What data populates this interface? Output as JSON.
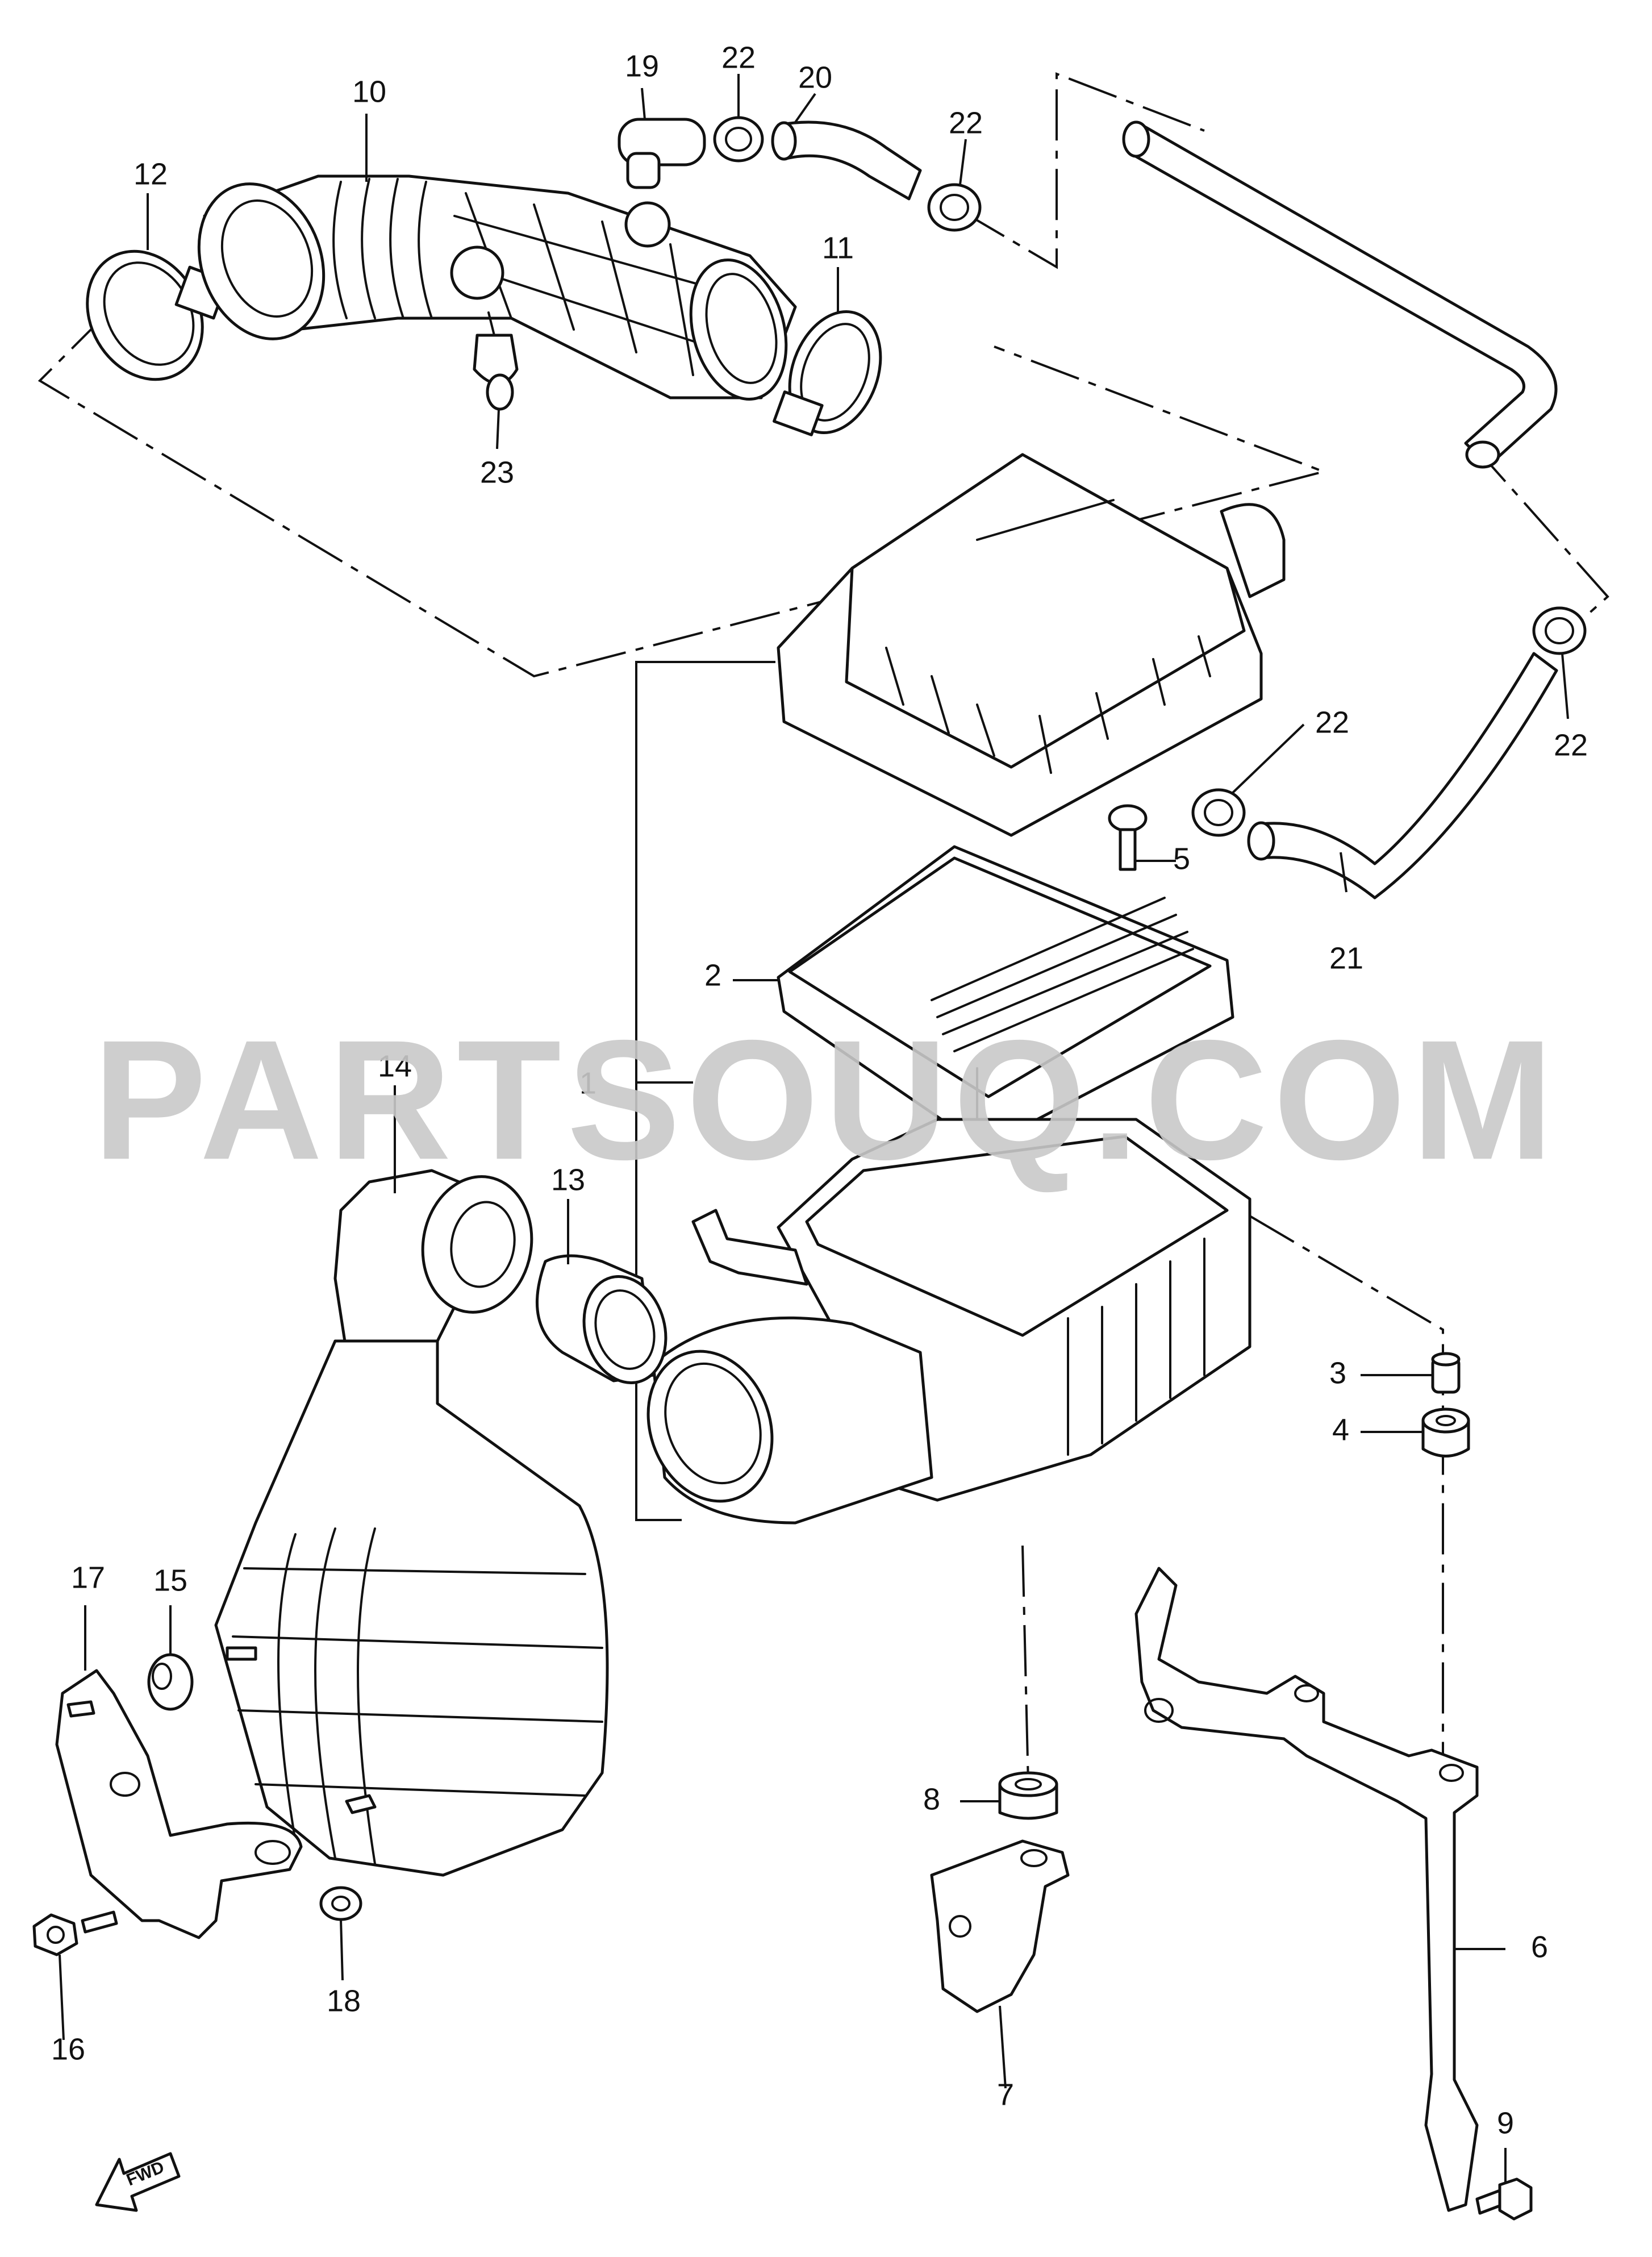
{
  "watermark": "PARTSOUQ.COM",
  "fwd_label": "FWD",
  "callouts": {
    "p1": "1",
    "p2": "2",
    "p3": "3",
    "p4": "4",
    "p5": "5",
    "p6": "6",
    "p7": "7",
    "p8": "8",
    "p9": "9",
    "p10": "10",
    "p11": "11",
    "p12": "12",
    "p13": "13",
    "p14": "14",
    "p15": "15",
    "p16": "16",
    "p17": "17",
    "p18": "18",
    "p19": "19",
    "p20": "20",
    "p21": "21",
    "p22a": "22",
    "p22b": "22",
    "p22c": "22",
    "p22d": "22",
    "p23": "23"
  },
  "colors": {
    "line": "#111111",
    "watermark": "#c9c9c9",
    "background": "#ffffff"
  },
  "icons": {
    "fwd": "fwd-arrow-icon"
  }
}
